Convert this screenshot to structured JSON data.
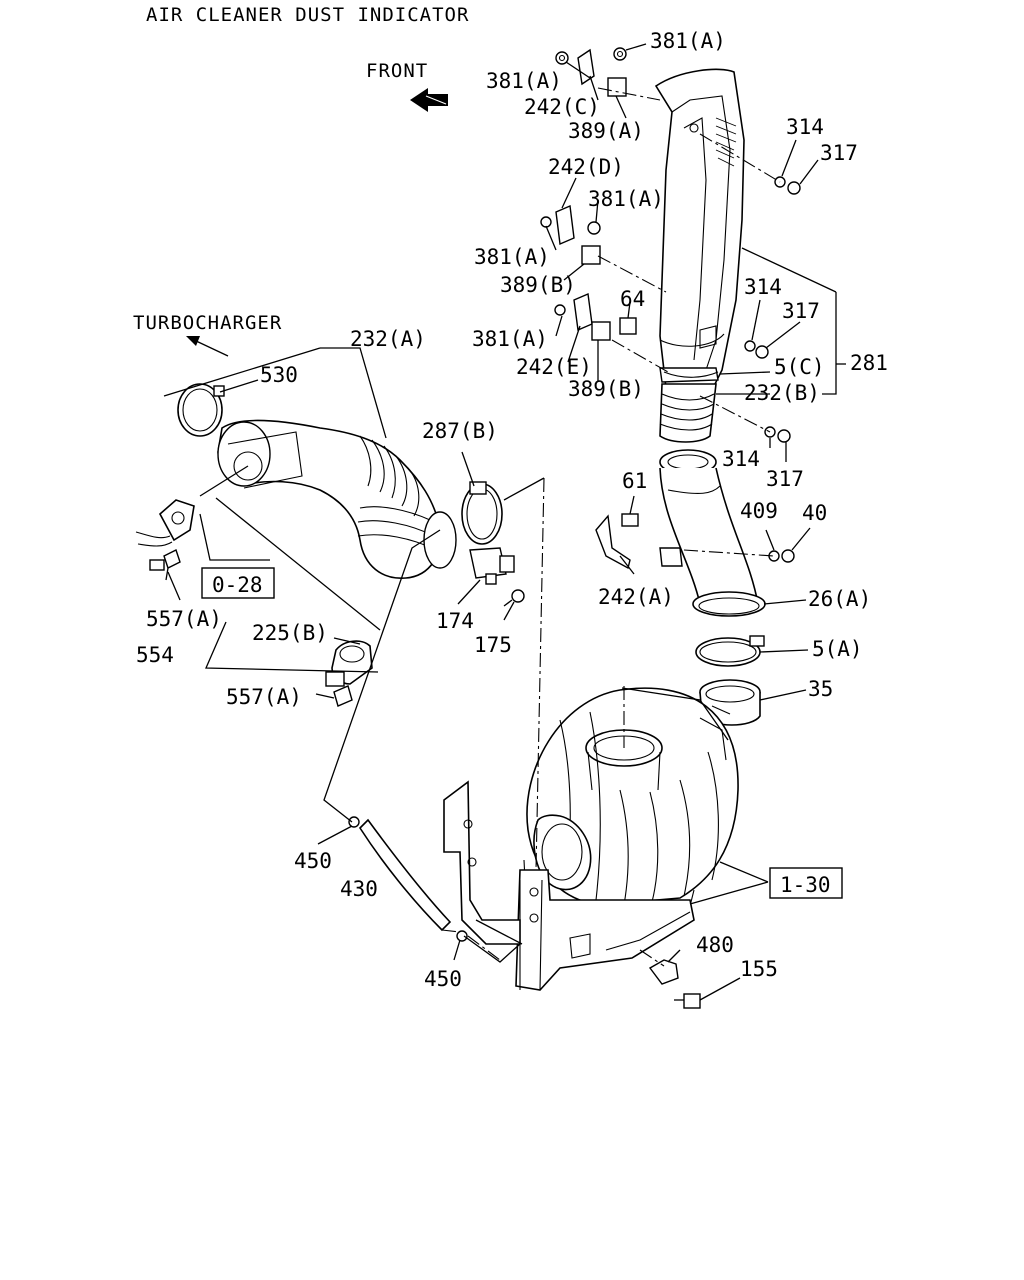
{
  "title": "AIR CLEANER DUST INDICATOR",
  "annotations": {
    "front": "FRONT",
    "turbocharger": "TURBOCHARGER"
  },
  "reference_boxes": {
    "ref_0_28": "0-28",
    "ref_1_30": "1-30"
  },
  "labels": {
    "l381A_top_right": "381(A)",
    "l381A_top_left": "381(A)",
    "l242C": "242(C)",
    "l389A": "389(A)",
    "l314_a": "314",
    "l317_a": "317",
    "l242D": "242(D)",
    "l381A_mid_right": "381(A)",
    "l381A_mid_left": "381(A)",
    "l389B_a": "389(B)",
    "l64": "64",
    "l314_b": "314",
    "l317_b": "317",
    "l381A_low_left": "381(A)",
    "l242E": "242(E)",
    "l389B_b": "389(B)",
    "l5C": "5(C)",
    "l281": "281",
    "l232B": "232(B)",
    "l232A": "232(A)",
    "l530": "530",
    "l287B": "287(B)",
    "l314_c": "314",
    "l317_c": "317",
    "l61": "61",
    "l409": "409",
    "l40": "40",
    "l242A": "242(A)",
    "l26A": "26(A)",
    "l5A": "5(A)",
    "l35": "35",
    "l174": "174",
    "l175": "175",
    "l557A_a": "557(A)",
    "l225B": "225(B)",
    "l554": "554",
    "l557A_b": "557(A)",
    "l450_a": "450",
    "l430": "430",
    "l450_b": "450",
    "l480": "480",
    "l155": "155"
  }
}
